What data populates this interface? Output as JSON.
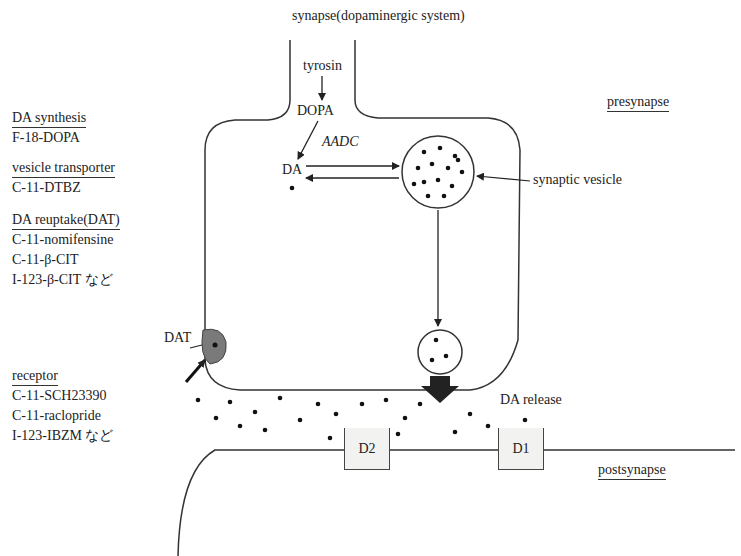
{
  "diagram": {
    "title": "synapse(dopaminergic system)",
    "nodes": [
      {
        "text": [
          "D2"
        ]
      },
      {
        "text": [
          "D1"
        ]
      }
    ],
    "labels": [
      "tyrosin",
      "DOPA",
      "AADC",
      "DA",
      "synaptic vesicle",
      "DAT",
      "DA release",
      "presynapse",
      "postsynapse",
      "DA synthesis",
      "F-18-DOPA",
      "vesicle transporter",
      "C-11-DTBZ",
      "DA reuptake(DAT)",
      "C-11-nomifensine",
      "C-11-β-CIT",
      "I-123-β-CIT など",
      "receptor",
      "C-11-SCH23390",
      "C-11-raclopride",
      "I-123-IBZM など"
    ]
  }
}
